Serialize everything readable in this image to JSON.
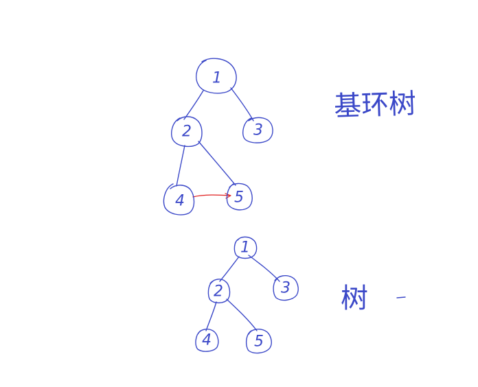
{
  "colors": {
    "ink": "#3b48c8",
    "cycle_edge": "#e02020",
    "background": "#ffffff"
  },
  "diagrams": [
    {
      "caption": "基环树",
      "nodes": [
        "1",
        "2",
        "3",
        "4",
        "5"
      ],
      "edges": [
        [
          "1",
          "2"
        ],
        [
          "1",
          "3"
        ],
        [
          "2",
          "4"
        ],
        [
          "2",
          "5"
        ]
      ],
      "extra_edge": [
        "4",
        "5"
      ]
    },
    {
      "caption": "树",
      "nodes": [
        "1",
        "2",
        "3",
        "4",
        "5"
      ],
      "edges": [
        [
          "1",
          "2"
        ],
        [
          "1",
          "3"
        ],
        [
          "2",
          "4"
        ],
        [
          "2",
          "5"
        ]
      ]
    }
  ]
}
